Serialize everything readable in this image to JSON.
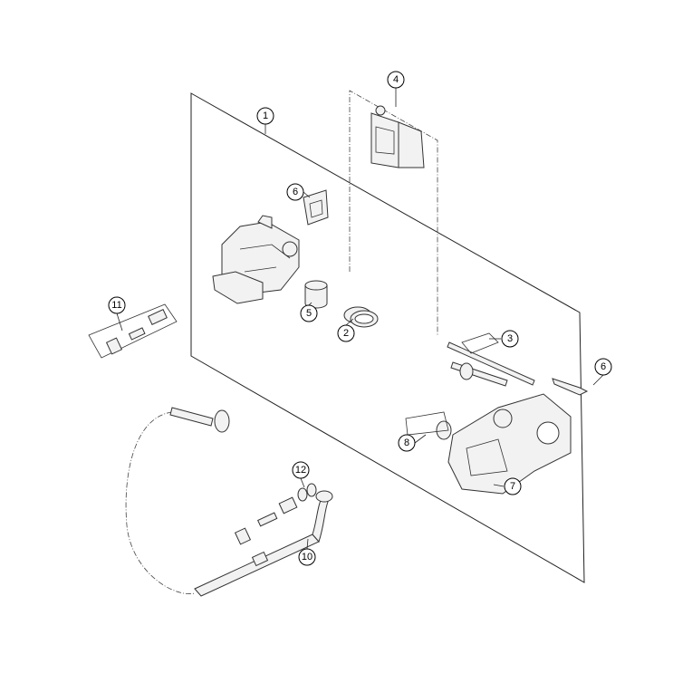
{
  "callouts": [
    {
      "id": "c1",
      "label": "1"
    },
    {
      "id": "c4",
      "label": "4"
    },
    {
      "id": "c6a",
      "label": "6"
    },
    {
      "id": "c5",
      "label": "5"
    },
    {
      "id": "c2",
      "label": "2"
    },
    {
      "id": "c3",
      "label": "3"
    },
    {
      "id": "c6b",
      "label": "6"
    },
    {
      "id": "c11",
      "label": "11"
    },
    {
      "id": "c8",
      "label": "8"
    },
    {
      "id": "c7",
      "label": "7"
    },
    {
      "id": "c12",
      "label": "12"
    },
    {
      "id": "c10",
      "label": "10"
    }
  ]
}
